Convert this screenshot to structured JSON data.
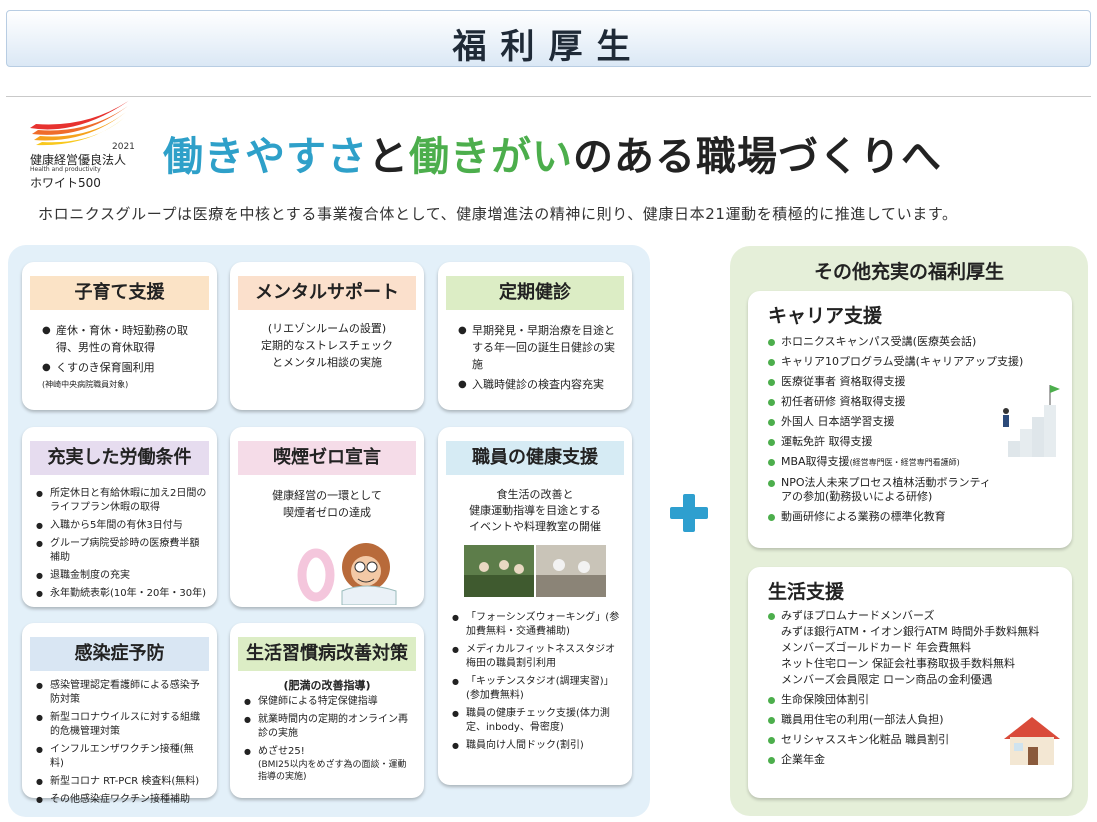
{
  "header": {
    "title": "福利厚生"
  },
  "logo": {
    "year": "2021",
    "name": "健康経営優良法人",
    "sub": "Health and productivity",
    "white": "ホワイト500"
  },
  "tagline": {
    "p1": "働きやすさ",
    "p2": "と",
    "p3": "働きがい",
    "p4": "のある職場づくりへ"
  },
  "intro": "ホロニクスグループは医療を中核とする事業複合体として、健康増進法の精神に則り、健康日本21運動を積極的に推進しています。",
  "colors": {
    "title_bar": "#dbe8f5",
    "left_panel": "#e3f0f9",
    "right_panel": "#e5efd9",
    "accent_blue": "#2ea0c9",
    "accent_green": "#4cae4c",
    "plus": "#2e9fcf"
  },
  "cards": {
    "kosodate": {
      "title": "子育て支援",
      "color": "#fbe3c6",
      "items": [
        "産休・育休・時短勤務の取得、男性の育休取得",
        "くすのき保育園利用"
      ],
      "note": "(神崎中央病院職員対象)"
    },
    "mental": {
      "title": "メンタルサポート",
      "color": "#fbe0cc",
      "lines": [
        "(リエゾンルームの設置)",
        "定期的なストレスチェック",
        "とメンタル相談の実施"
      ]
    },
    "kenshin": {
      "title": "定期健診",
      "color": "#dcedc5",
      "items": [
        "早期発見・早期治療を目途とする年一回の誕生日健診の実施",
        "入職時健診の検査内容充実"
      ]
    },
    "roudou": {
      "title": "充実した労働条件",
      "color": "#e6dcef",
      "items": [
        "所定休日と有給休暇に加え2日間のライフプラン休暇の取得",
        "入職から5年間の有休3日付与",
        "グループ病院受診時の医療費半額補助",
        "退職金制度の充実",
        "永年勤続表彰(10年・20年・30年)"
      ]
    },
    "kitsuen": {
      "title": "喫煙ゼロ宣言",
      "color": "#f5dce8",
      "lines": [
        "健康経営の一環として",
        "喫煙者ゼロの達成"
      ]
    },
    "kenko": {
      "title": "職員の健康支援",
      "color": "#d6ebf4",
      "lines": [
        "食生活の改善と",
        "健康運動指導を目途とする",
        "イベントや料理教室の開催"
      ],
      "items": [
        "「フォーシンズウォーキング」(参加費無料・交通費補助)",
        "メディカルフィットネススタジオ梅田の職員割引利用",
        "「キッチンスタジオ(調理実習)」(参加費無料)",
        "職員の健康チェック支援(体力測定、inbody、骨密度)",
        "職員向け人間ドック(割引)"
      ]
    },
    "kansen": {
      "title": "感染症予防",
      "color": "#d9e6f3",
      "items": [
        "感染管理認定看護師による感染予防対策",
        "新型コロナウイルスに対する組織的危機管理対策",
        "インフルエンザワクチン接種(無料)",
        "新型コロナ RT-PCR 検査料(無料)",
        "その他感染症ワクチン接種補助"
      ]
    },
    "seikatsu": {
      "title": "生活習慣病改善対策",
      "color": "#dcedc5",
      "sub": "(肥満の改善指導)",
      "items": [
        "保健師による特定保健指導",
        "就業時間内の定期的オンライン再診の実施",
        "めざせ25!"
      ],
      "note": "(BMI25以内をめざす為の面談・運動指導の実施)"
    }
  },
  "right": {
    "title": "その他充実の福利厚生",
    "career": {
      "title": "キャリア支援",
      "items": [
        "ホロニクスキャンパス受講(医療英会話)",
        "キャリア10プログラム受講(キャリアアップ支援)",
        "医療従事者 資格取得支援",
        "初任者研修 資格取得支援",
        "外国人 日本語学習支援",
        "運転免許 取得支援",
        "MBA取得支援",
        "NPO法人未来プロセス植林活動ボランティアの参加(勤務扱いによる研修)",
        "動画研修による業務の標準化教育"
      ],
      "mba_note": "(経営専門医・経営専門看護師)"
    },
    "life": {
      "title": "生活支援",
      "lead": "みずほプロムナードメンバーズ",
      "sublines": [
        "みずほ銀行ATM・イオン銀行ATM 時間外手数料無料",
        "メンバーズゴールドカード 年会費無料",
        "ネット住宅ローン 保証会社事務取扱手数料無料",
        "メンバーズ会員限定 ローン商品の金利優遇"
      ],
      "items": [
        "生命保険団体割引",
        "職員用住宅の利用(一部法人負担)",
        "セリシャススキン化粧品 職員割引",
        "企業年金"
      ]
    }
  }
}
